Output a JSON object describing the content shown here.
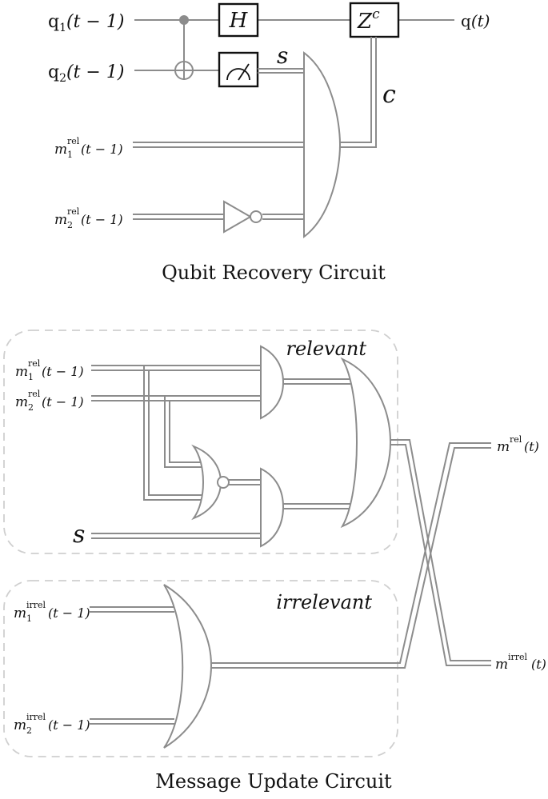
{
  "top_circuit": {
    "caption": "Qubit Recovery Circuit",
    "inputs": {
      "q1": {
        "base": "q",
        "sub": "1",
        "arg": "(t − 1)"
      },
      "q2": {
        "base": "q",
        "sub": "2",
        "arg": "(t − 1)"
      },
      "m1": {
        "base": "m",
        "sup": "rel",
        "sub": "1",
        "arg": "(t − 1)"
      },
      "m2": {
        "base": "m",
        "sup": "rel",
        "sub": "2",
        "arg": "(t − 1)"
      }
    },
    "gates": {
      "hadamard": "H",
      "z_base": "Z",
      "z_exp": "c"
    },
    "wire_labels": {
      "s": "s",
      "c": "c"
    },
    "output": {
      "base": "q",
      "arg": "(t)"
    }
  },
  "bottom_circuit": {
    "caption": "Message Update Circuit",
    "group_relevant": "relevant",
    "group_irrelevant": "irrelevant",
    "inputs": {
      "m1rel": {
        "base": "m",
        "sup": "rel",
        "sub": "1",
        "arg": "(t − 1)"
      },
      "m2rel": {
        "base": "m",
        "sup": "rel",
        "sub": "2",
        "arg": "(t − 1)"
      },
      "s": "s",
      "m1irrel": {
        "base": "m",
        "sup": "irrel",
        "sub": "1",
        "arg": "(t − 1)"
      },
      "m2irrel": {
        "base": "m",
        "sup": "irrel",
        "sub": "2",
        "arg": "(t − 1)"
      }
    },
    "outputs": {
      "mrel": {
        "base": "m",
        "sup": "rel",
        "arg": "(t)"
      },
      "mirrel": {
        "base": "m",
        "sup": "irrel",
        "arg": "(t)"
      }
    }
  }
}
